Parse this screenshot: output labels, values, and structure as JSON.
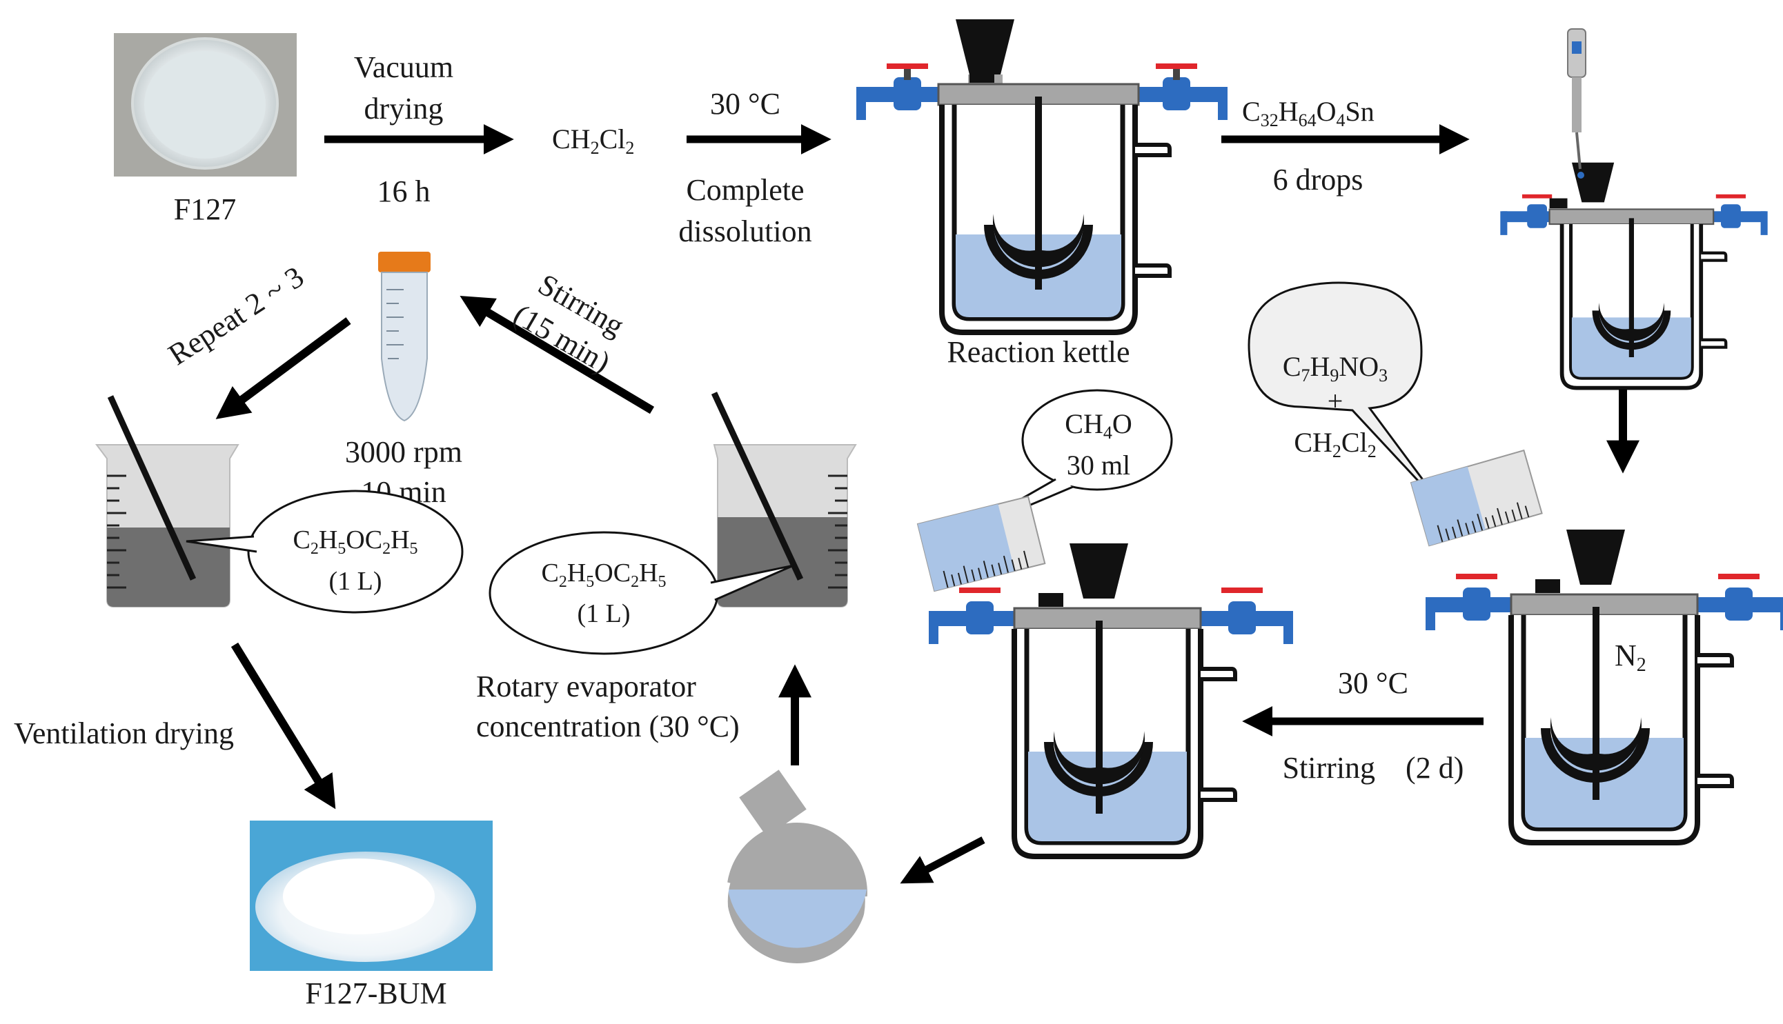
{
  "labels": {
    "f127": "F127",
    "vacuum_drying_line1": "Vacuum",
    "vacuum_drying_line2": "drying",
    "sixteen_h": "16 h",
    "ch2cl2_main": "CH",
    "ch2cl2_sub1": "2",
    "ch2cl2_cl": "Cl",
    "ch2cl2_sub2": "2",
    "temp_30_a": "30 °C",
    "complete_dissolution_1": "Complete",
    "complete_dissolution_2": "dissolution",
    "reaction_kettle": "Reaction kettle",
    "catalyst_c": "C",
    "catalyst_s1": "32",
    "catalyst_h": "H",
    "catalyst_s2": "64",
    "catalyst_o": "O",
    "catalyst_s3": "4",
    "catalyst_sn": "Sn",
    "six_drops": "6 drops",
    "c7_c": "C",
    "c7_s1": "7",
    "c7_h": "H",
    "c7_s2": "9",
    "c7_rest": "NO",
    "c7_s3": "3",
    "plus": "+",
    "ch2cl2b_main": "CH",
    "ch2cl2b_sub1": "2",
    "ch2cl2b_cl": "Cl",
    "ch2cl2b_sub2": "2",
    "n2_n": "N",
    "n2_sub": "2",
    "temp_30_b": "30 °C",
    "stirring_2d": "Stirring　(2 d)",
    "ch4o_ch": "CH",
    "ch4o_sub": "4",
    "ch4o_o": "O",
    "ml_30": "30 ml",
    "rotary_1": "Rotary evaporator",
    "rotary_2": "concentration (30 °C)",
    "ether_c": "C",
    "ether_s1": "2",
    "ether_h": "H",
    "ether_s2": "5",
    "ether_oc": "OC",
    "ether_s3": "2",
    "ether_h2": "H",
    "ether_s4": "5",
    "one_l": "(1 L)",
    "stirring_15_1": "Stirring",
    "stirring_15_2": "(15 min)",
    "rpm": "3000 rpm",
    "ten_min": "10 min",
    "repeat": "Repeat 2 ~ 3",
    "ventilation": "Ventilation drying",
    "f127_bum": "F127-BUM"
  },
  "colors": {
    "liquid": "#aac4e6",
    "liquid_dark": "#6f6f6f",
    "lid": "#a6a6a6",
    "valve_blue": "#2d6cc0",
    "valve_red": "#e0262b",
    "arrow": "#000000",
    "powder_bg": "#4aa6d6"
  }
}
